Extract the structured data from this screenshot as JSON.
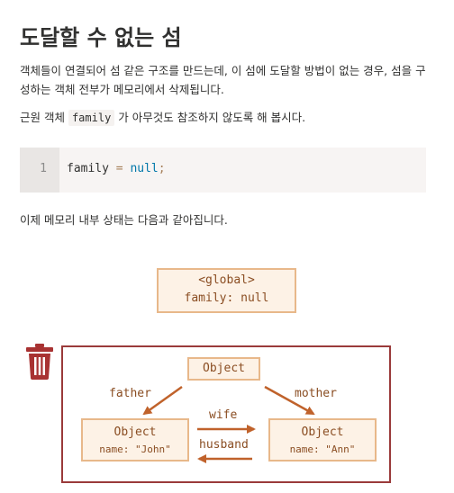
{
  "heading": "도달할 수 없는 섬",
  "paragraphs": {
    "p1": "객체들이 연결되어 섬 같은 구조를 만드는데, 이 섬에 도달할 방법이 없는 경우, 섬을 구성하는 객체 전부가 메모리에서 삭제됩니다.",
    "p2_before": "근원 객체 ",
    "p2_code": "family",
    "p2_after": " 가 아무것도 참조하지 않도록 해 봅시다.",
    "p3": "이제 메모리 내부 상태는 다음과 같아집니다."
  },
  "code": {
    "line_number": "1",
    "tokens": {
      "ident": "family",
      "op": "=",
      "kw": "null",
      "end": ";"
    }
  },
  "diagram": {
    "global": {
      "title": "<global>",
      "field": "family: null"
    },
    "top_object": "Object",
    "john": {
      "title": "Object",
      "name": "name: \"John\""
    },
    "ann": {
      "title": "Object",
      "name": "name: \"Ann\""
    },
    "labels": {
      "father": "father",
      "mother": "mother",
      "wife": "wife",
      "husband": "husband"
    },
    "colors": {
      "box_fill": "#fdf2e6",
      "box_border": "#e8b88a",
      "text": "#8a4d22",
      "arrow": "#c0622b",
      "island_border": "#9a3a3a",
      "trash": "#a83232"
    },
    "icon": "trash-icon"
  }
}
